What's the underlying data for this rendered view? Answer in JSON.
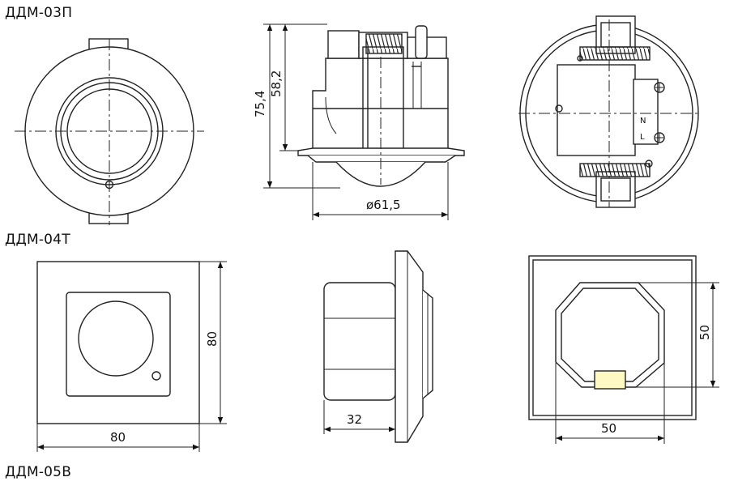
{
  "models": [
    {
      "label": "ДДМ-03П"
    },
    {
      "label": "ДДМ-04Т"
    },
    {
      "label": "ДДМ-05В"
    }
  ],
  "dims": {
    "height_total": "75,4",
    "height_body": "58,2",
    "diameter": "ø61,5",
    "width_04": "80",
    "height_04": "80",
    "depth_04": "32",
    "inner_w": "50",
    "inner_h": "50"
  },
  "terminals": {
    "n": "N",
    "l": "L"
  }
}
